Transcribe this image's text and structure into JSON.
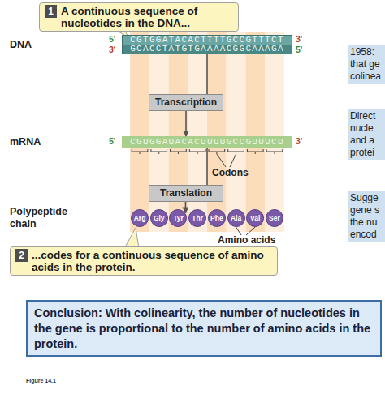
{
  "diagram": {
    "caption": "Figure 14.1",
    "nodes": [
      {
        "text": [
          "A continuous sequence of nucleotides in the DNA..."
        ]
      },
      {
        "text": [
          "1"
        ],
        "in": 0
      },
      {
        "text": [
          "CGTGGATACACTTTTGCCGTTTCT",
          "GCACCTATGTGAAAACGGCAAAGA"
        ]
      },
      {
        "text": [
          "Transcription"
        ]
      },
      {
        "text": [
          "CGUGGAUACACUUUUGCCGUUUCU"
        ]
      },
      {
        "text": [
          "Translation"
        ]
      },
      {
        "text": [
          "Arg"
        ]
      },
      {
        "text": [
          "Gly"
        ]
      },
      {
        "text": [
          "Tyr"
        ]
      },
      {
        "text": [
          "Thr"
        ]
      },
      {
        "text": [
          "Phe"
        ]
      },
      {
        "text": [
          "Ala"
        ]
      },
      {
        "text": [
          "Val"
        ]
      },
      {
        "text": [
          "Ser"
        ]
      },
      {
        "text": [
          "...codes for a continuous sequence of amino acids in the protein."
        ]
      },
      {
        "text": [
          "2"
        ],
        "in": 14
      },
      {
        "text": [
          "Conclusion: With colinearity, the number of nucleotides in the gene is proportional to the number of amino acids in the protein."
        ]
      },
      {
        "text": [
          "1958: that ge colinea"
        ]
      },
      {
        "text": [
          "Direct nucle and a protei"
        ]
      },
      {
        "text": [
          "Sugge gene s the nu encod"
        ]
      }
    ],
    "edges": [
      {
        "from": 2,
        "to": 3,
        "arrow": "none"
      },
      {
        "from": 3,
        "to": 4,
        "arrow": "to"
      },
      {
        "from": 4,
        "to": 5,
        "arrow": "none"
      },
      {
        "from": 5,
        "to": 8,
        "arrow": "to"
      }
    ],
    "labels": [
      "DNA",
      "5'",
      "3'",
      "3'",
      "5'",
      "mRNA",
      "5'",
      "3'",
      "Codons",
      "Polypeptide chain",
      "Amino acids"
    ]
  }
}
